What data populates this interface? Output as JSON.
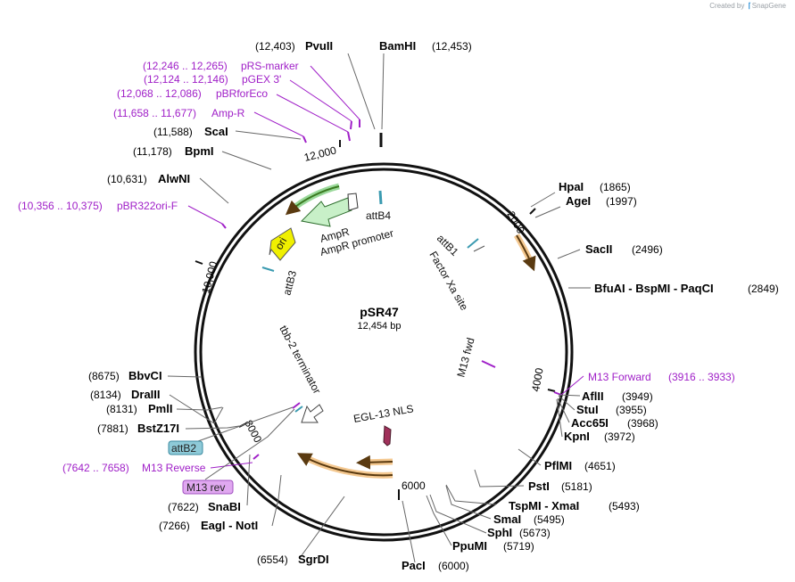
{
  "credit": {
    "prefix": "Created by",
    "brand": "SnapGene"
  },
  "plasmid": {
    "name": "pSR47",
    "length_label": "12,454 bp",
    "length": 12454
  },
  "ticks": [
    "2000",
    "4000",
    "6000",
    "8000",
    "10,000",
    "12,000"
  ],
  "enzymes": [
    {
      "name": "PvuII",
      "position": "(12,403)"
    },
    {
      "name": "BamHI",
      "position": "(12,453)"
    },
    {
      "name": "ScaI",
      "position": "(11,588)"
    },
    {
      "name": "BpmI",
      "position": "(11,178)"
    },
    {
      "name": "AlwNI",
      "position": "(10,631)"
    },
    {
      "name": "HpaI",
      "position": "(1865)"
    },
    {
      "name": "AgeI",
      "position": "(1997)"
    },
    {
      "name": "SacII",
      "position": "(2496)"
    },
    {
      "name": "BfuAI - BspMI - PaqCI",
      "position": "(2849)"
    },
    {
      "name": "AflII",
      "position": "(3949)"
    },
    {
      "name": "StuI",
      "position": "(3955)"
    },
    {
      "name": "Acc65I",
      "position": "(3968)"
    },
    {
      "name": "KpnI",
      "position": "(3972)"
    },
    {
      "name": "PflMI",
      "position": "(4651)"
    },
    {
      "name": "PstI",
      "position": "(5181)"
    },
    {
      "name": "TspMI - XmaI",
      "position": "(5493)"
    },
    {
      "name": "SmaI",
      "position": "(5495)"
    },
    {
      "name": "SphI",
      "position": "(5673)"
    },
    {
      "name": "PpuMI",
      "position": "(5719)"
    },
    {
      "name": "PacI",
      "position": "(6000)"
    },
    {
      "name": "SgrDI",
      "position": "(6554)"
    },
    {
      "name": "EagI - NotI",
      "position": "(7266)"
    },
    {
      "name": "SnaBI",
      "position": "(7622)"
    },
    {
      "name": "BstZ17I",
      "position": "(7881)"
    },
    {
      "name": "PmlI",
      "position": "(8131)"
    },
    {
      "name": "DraIII",
      "position": "(8134)"
    },
    {
      "name": "BbvCI",
      "position": "(8675)"
    }
  ],
  "primers": [
    {
      "name": "pRS-marker",
      "range": "(12,246 .. 12,265)"
    },
    {
      "name": "pGEX 3'",
      "range": "(12,124 .. 12,146)"
    },
    {
      "name": "pBRforEco",
      "range": "(12,068 .. 12,086)"
    },
    {
      "name": "Amp-R",
      "range": "(11,658 .. 11,677)"
    },
    {
      "name": "pBR322ori-F",
      "range": "(10,356 .. 10,375)"
    },
    {
      "name": "M13 Forward",
      "range": "(3916 .. 3933)"
    },
    {
      "name": "M13 Reverse",
      "range": "(7642 .. 7658)"
    }
  ],
  "boxed": [
    {
      "name": "attB2",
      "color": "#8ecad8"
    },
    {
      "name": "M13 rev",
      "color": "#e0a8f0"
    }
  ],
  "features": {
    "attB4": "attB4",
    "AmpR": "AmpR",
    "AmpR_promoter": "AmpR promoter",
    "ori": "ori",
    "attB3": "attB3",
    "attB1": "attB1",
    "factor_xa": "Factor Xa site",
    "m13_fwd": "M13 fwd",
    "tbb2": "tbb-2 terminator",
    "egl13": "EGL-13 NLS"
  },
  "colors": {
    "backbone": "#111111",
    "primer": "#a020c8",
    "ampr": "#c8f0c8",
    "ori": "#f0f000",
    "orf": "#f0b060",
    "att": "#3a9ab0",
    "nls": "#a0305a"
  }
}
